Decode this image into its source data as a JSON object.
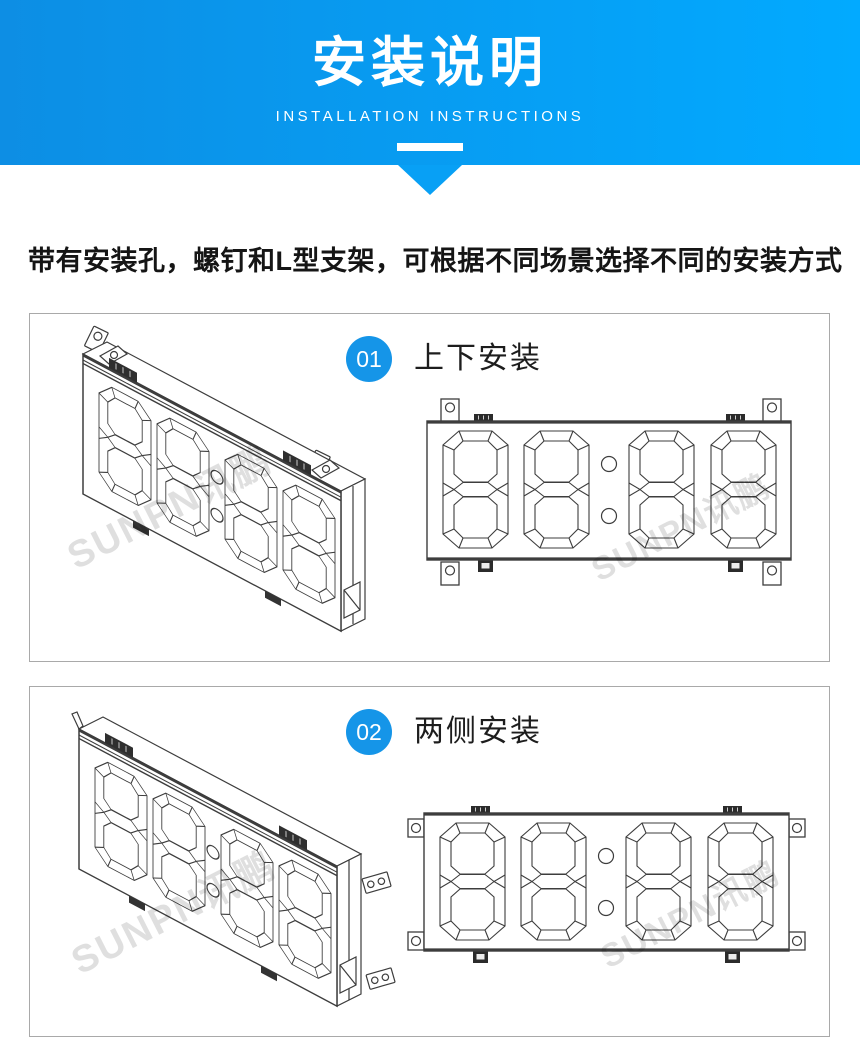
{
  "banner": {
    "title": "安装说明",
    "subtitle": "INSTALLATION INSTRUCTIONS"
  },
  "intro": "带有安装孔，螺钉和L型支架，可根据不同场景选择不同的安装方式",
  "sections": [
    {
      "number": "01",
      "label": "上下安装"
    },
    {
      "number": "02",
      "label": "两侧安装"
    }
  ],
  "watermark": "SUNPN讯鹏",
  "colors": {
    "banner_start": "#0d8ee4",
    "banner_end": "#02aaff",
    "notch": "#08a0f5",
    "badge": "#1595e8",
    "line": "#3d3d3d",
    "box_border": "#a9a9a9",
    "intro_text": "#151515"
  }
}
